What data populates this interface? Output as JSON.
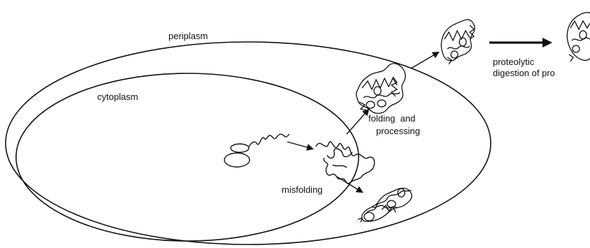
{
  "labels": {
    "periplasm": "periplasm",
    "cytoplasm": "cytoplasm",
    "folding_line1": "folding  and",
    "folding_line2": "processing",
    "misfolding": "misfolding",
    "proteolytic_line1": "proteolytic",
    "proteolytic_line2": "digestion of pro"
  },
  "colors": {
    "stroke": "#111111",
    "background": "#ffffff"
  }
}
